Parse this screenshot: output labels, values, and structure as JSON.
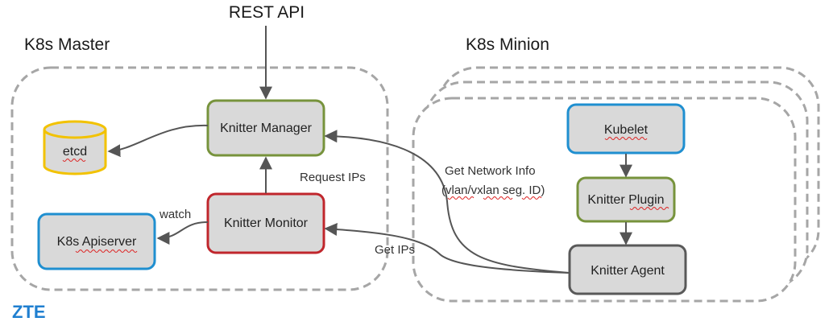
{
  "top_label": "REST API",
  "master": {
    "title": "K8s Master",
    "etcd": "etcd",
    "manager": "Knitter Manager",
    "monitor": "Knitter Monitor",
    "apiserver": "K8s Apiserver",
    "edge_watch": "watch",
    "edge_request_ips": "Request IPs"
  },
  "minion": {
    "title": "K8s Minion",
    "kubelet": "Kubelet",
    "plugin": "Knitter Plugin",
    "agent": "Knitter Agent",
    "edge_get_network_info_1": "Get Network Info",
    "edge_get_network_info_2": "(vlan/vxlan seg. ID)",
    "edge_get_ips": "Get IPs"
  },
  "brand": "ZTE",
  "colors": {
    "green_border": "#77933c",
    "red_border": "#c0262c",
    "blue_border": "#1f8fd0",
    "etcd_border": "#f2c200",
    "box_fill": "#d9d9d9",
    "dash": "#a6a6a6",
    "arrow": "#555555"
  }
}
